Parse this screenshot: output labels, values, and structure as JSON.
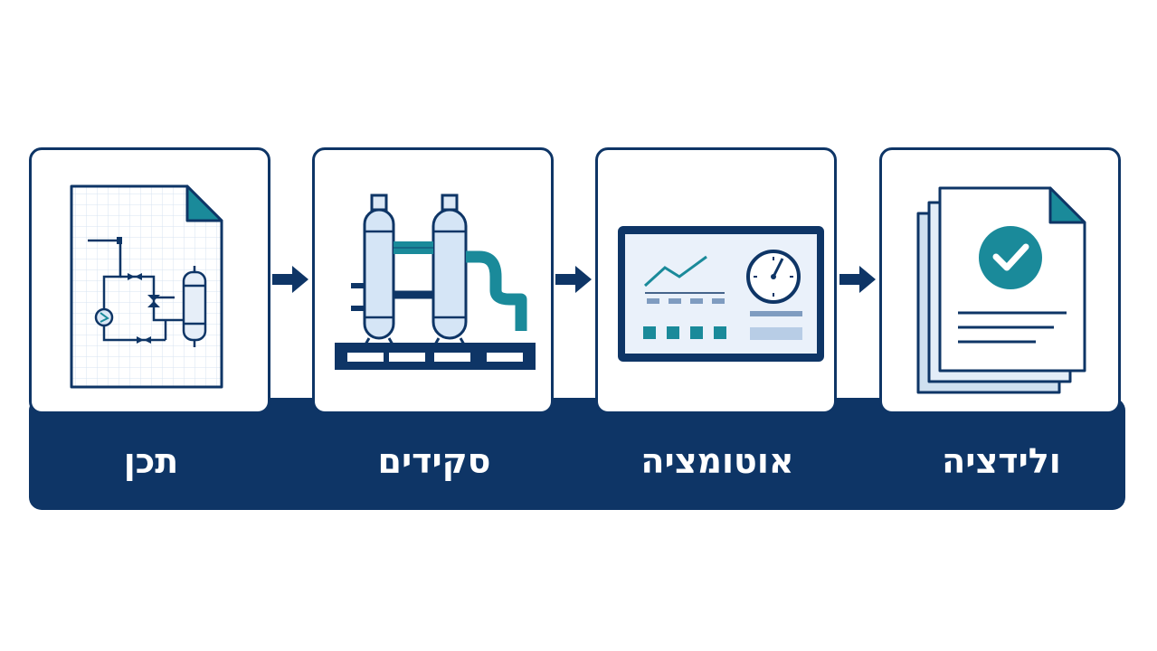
{
  "colors": {
    "navy": "#0e3566",
    "teal": "#1a8a9a",
    "light_blue": "#cfe0f0",
    "background": "#ffffff"
  },
  "steps": [
    {
      "label": "תכן",
      "icon": "schematic-document-icon"
    },
    {
      "label": "סקידים",
      "icon": "skid-vessels-icon"
    },
    {
      "label": "אוטומציה",
      "icon": "hmi-screen-icon"
    },
    {
      "label": "ולידציה",
      "icon": "validated-documents-icon"
    }
  ],
  "connector_icon": "arrow-right-icon"
}
